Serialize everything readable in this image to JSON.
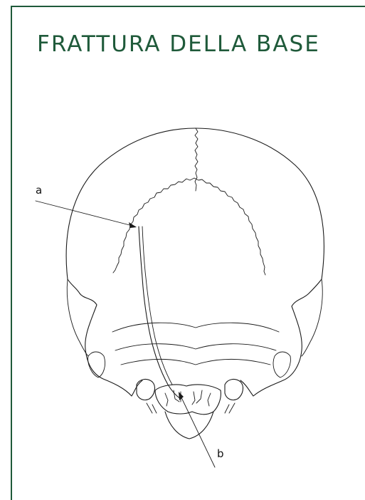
{
  "title": "FRATTURA DELLA BASE",
  "labels": {
    "a": "a",
    "b": "b"
  },
  "colors": {
    "title": "#1f5a3a",
    "frame": "#1f5a3a",
    "drawing": "#1a1a1a"
  }
}
